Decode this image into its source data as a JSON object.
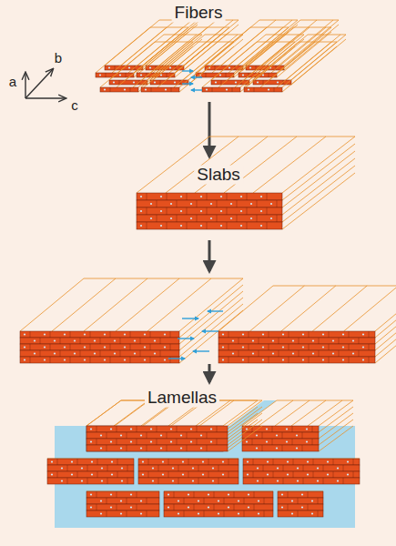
{
  "diagram": {
    "labels": [
      "Fibers",
      "b",
      "a",
      "c",
      "Slabs",
      "Lamellas"
    ]
  }
}
